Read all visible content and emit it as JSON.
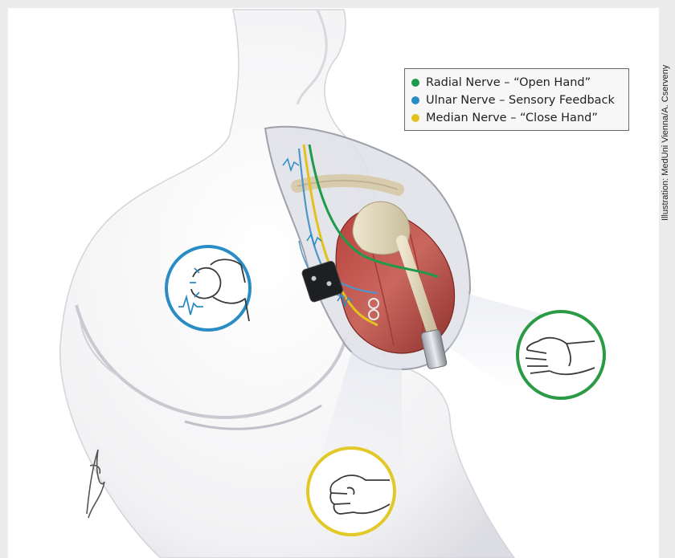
{
  "legend": {
    "items": [
      {
        "color": "#1f9a4a",
        "label": "Radial Nerve – “Open Hand”"
      },
      {
        "color": "#2a8cc4",
        "label": "Ulnar Nerve – Sensory Feedback"
      },
      {
        "color": "#e2c21e",
        "label": "Median Nerve – “Close Hand”"
      }
    ]
  },
  "credit": "Illustration: MedUni Vienna/A. Cserveny",
  "circles": {
    "sensory_color": "#2a8cc4",
    "open_hand_color": "#2a9a45",
    "close_hand_color": "#e2c928"
  },
  "icons": [
    "pinch-hand-icon",
    "open-hand-icon",
    "fist-icon",
    "signature-icon"
  ]
}
